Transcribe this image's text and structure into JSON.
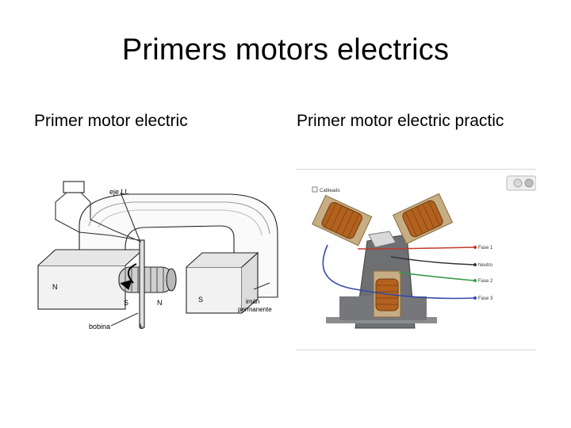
{
  "slide": {
    "title": "Primers motors electrics",
    "left_heading": "Primer motor electric",
    "right_heading": "Primer motor electric practic"
  },
  "left_figure": {
    "labels": {
      "axis": "eje LL",
      "north_left": "N",
      "south_right": "S",
      "coil_south": "S",
      "coil_north": "N",
      "coil": "bobina",
      "coil_axis": "L",
      "magnet_line1": "imán",
      "magnet_line2": "permanente"
    }
  },
  "right_figure": {
    "checkbox_label": "Cableado",
    "wire_labels": [
      "Fase 1",
      "Neutro",
      "Fase 2",
      "Fase 3"
    ],
    "wire_colors": [
      "#c0392b",
      "#333333",
      "#3a9a48",
      "#3548a8"
    ]
  }
}
